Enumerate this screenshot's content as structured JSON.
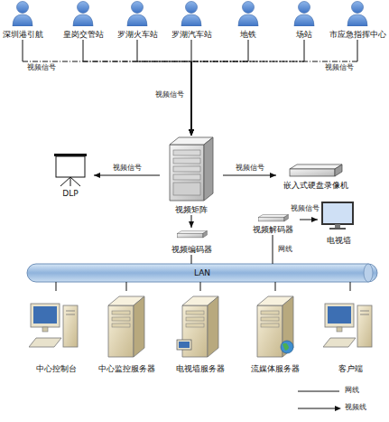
{
  "diagram": {
    "nodes": [
      {
        "text": [
          "深圳港引航"
        ]
      },
      {
        "text": [
          "皇岗交管站"
        ]
      },
      {
        "text": [
          "罗湖火车站"
        ]
      },
      {
        "text": [
          "罗湖汽车站"
        ]
      },
      {
        "text": [
          "地铁"
        ]
      },
      {
        "text": [
          "场站"
        ]
      },
      {
        "text": [
          "市应急指挥中心"
        ]
      },
      {
        "text": [
          "视频矩阵"
        ]
      },
      {
        "text": [
          "DLP"
        ]
      },
      {
        "text": [
          "嵌入式硬盘录像机"
        ]
      },
      {
        "text": [
          "视频编码器"
        ]
      },
      {
        "text": [
          "视频解码器"
        ]
      },
      {
        "text": [
          "电视墙"
        ]
      },
      {
        "text": [
          "LAN"
        ]
      },
      {
        "text": [
          "中心控制台"
        ]
      },
      {
        "text": [
          "中心监控服务器"
        ]
      },
      {
        "text": [
          "电视墙服务器"
        ]
      },
      {
        "text": [
          "流媒体服务器"
        ]
      },
      {
        "text": [
          "客户端"
        ]
      }
    ],
    "edges": [
      {
        "from": 0,
        "to": 7,
        "arrow": "to"
      },
      {
        "from": 1,
        "to": 7,
        "arrow": "to"
      },
      {
        "from": 2,
        "to": 7,
        "arrow": "to"
      },
      {
        "from": 3,
        "to": 7,
        "arrow": "to"
      },
      {
        "from": 4,
        "to": 7,
        "arrow": "to"
      },
      {
        "from": 5,
        "to": 7,
        "arrow": "to"
      },
      {
        "from": 6,
        "to": 7,
        "arrow": "to"
      },
      {
        "from": 7,
        "to": 8,
        "label": "视频信号",
        "arrow": "to"
      },
      {
        "from": 7,
        "to": 9,
        "label": "视频信号",
        "arrow": "to"
      },
      {
        "from": 7,
        "to": 10,
        "arrow": "to"
      },
      {
        "from": 10,
        "to": 13,
        "arrow": "none"
      },
      {
        "from": 13,
        "to": 11,
        "label": "网线",
        "arrow": "none"
      },
      {
        "from": 11,
        "to": 12,
        "label": "视频信号",
        "arrow": "to"
      },
      {
        "from": 13,
        "to": 14,
        "arrow": "none"
      },
      {
        "from": 13,
        "to": 15,
        "arrow": "none"
      },
      {
        "from": 13,
        "to": 16,
        "arrow": "none"
      },
      {
        "from": 13,
        "to": 17,
        "arrow": "none"
      },
      {
        "from": 13,
        "to": 18,
        "arrow": "none"
      }
    ],
    "labels": [
      "视频信号",
      "视频信号",
      "视频信号"
    ],
    "legend": [
      {
        "text": "网线"
      },
      {
        "text": "视频线"
      }
    ]
  }
}
